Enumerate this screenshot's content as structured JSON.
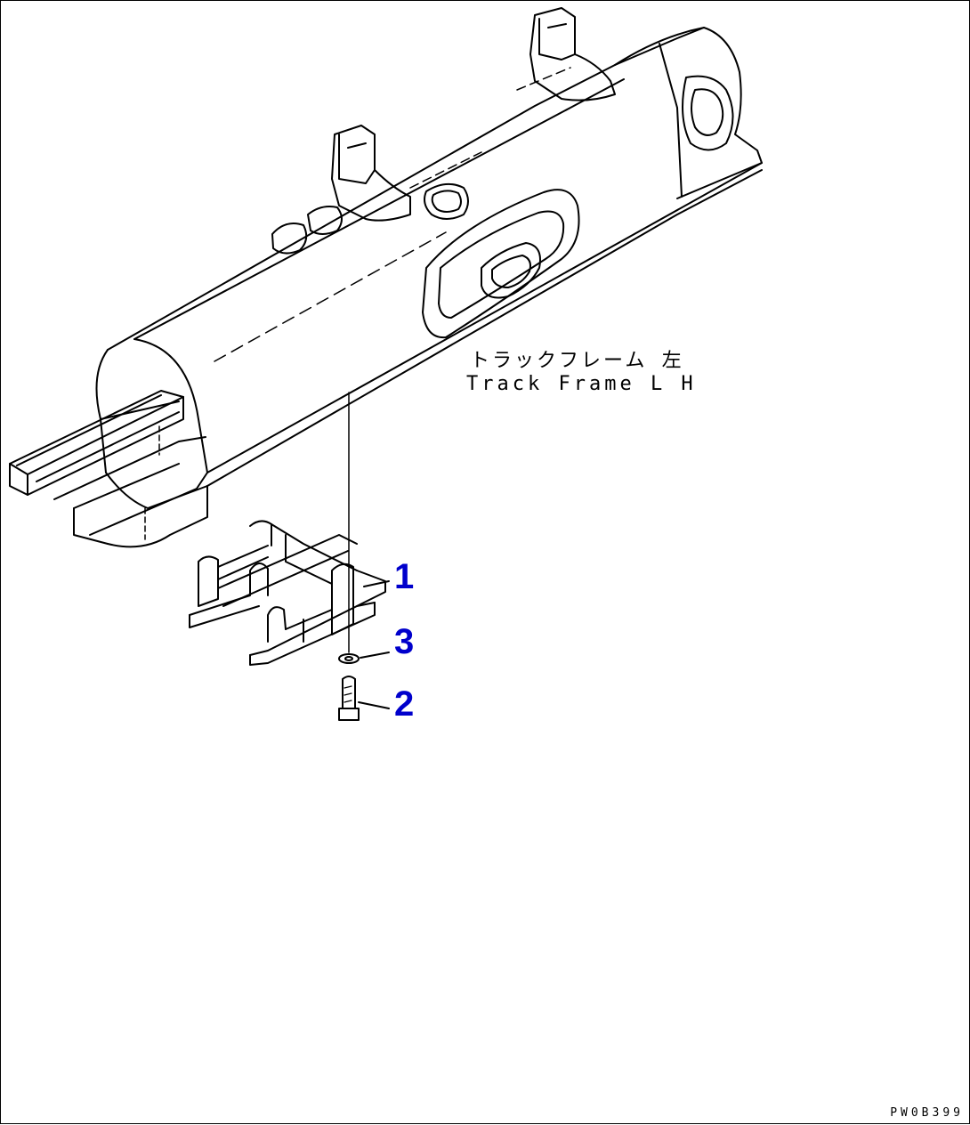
{
  "assembly": {
    "label_jp": "トラックフレーム 左",
    "label_en": "Track Frame L H"
  },
  "callouts": [
    {
      "number": "1",
      "part": "guard bracket"
    },
    {
      "number": "3",
      "part": "washer"
    },
    {
      "number": "2",
      "part": "bolt"
    }
  ],
  "figure_code": "PW0B399",
  "colors": {
    "line": "#000000",
    "callout": "#0000cc",
    "background": "#ffffff"
  }
}
